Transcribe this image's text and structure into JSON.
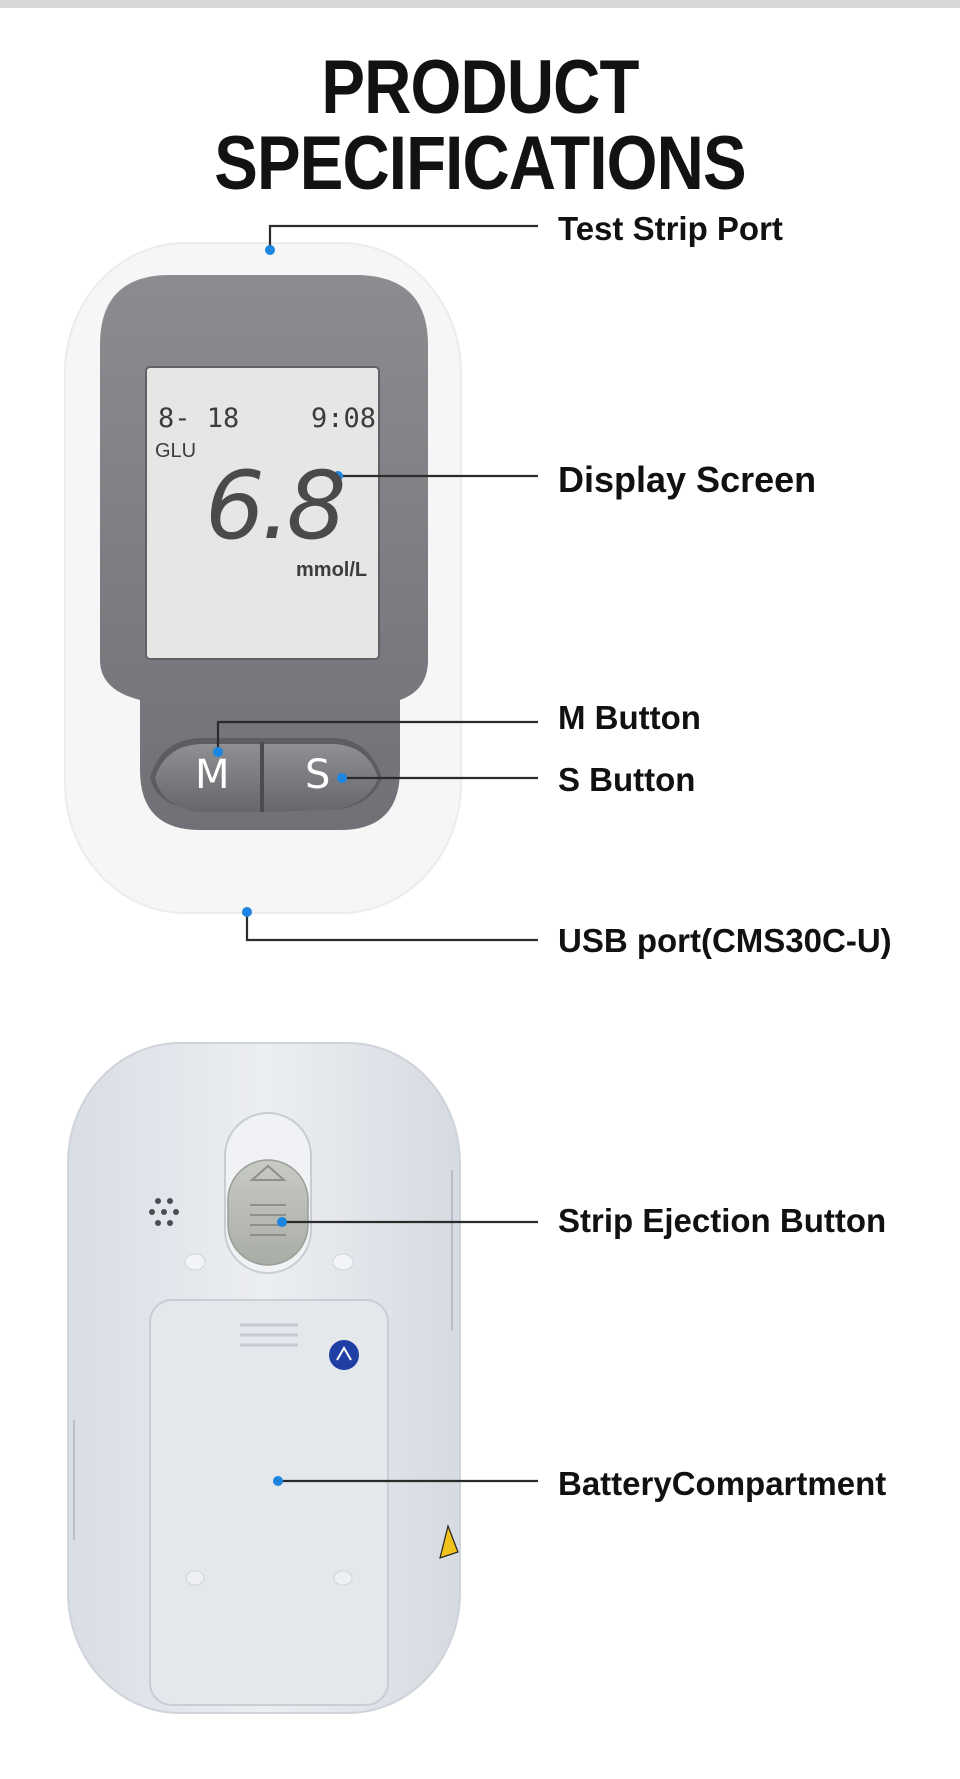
{
  "title": "PRODUCT SPECIFICATIONS",
  "display": {
    "date": "8- 18",
    "time": "9:08",
    "mode": "GLU",
    "reading": "6.8",
    "unit": "mmol/L"
  },
  "buttons": {
    "m": "M",
    "s": "S"
  },
  "labels": {
    "test_strip_port": "Test Strip Port",
    "display_screen": "Display Screen",
    "m_button": "M Button",
    "s_button": "S Button",
    "usb_port": "USB port(CMS30C-U)",
    "strip_ejection": "Strip Ejection Button",
    "battery": "BatteryCompartment"
  },
  "colors": {
    "accent_dot": "#1a86e0",
    "device_face": "#7f8185",
    "lcd_background": "#e6e6e4",
    "back_shell": "#e3e6ec"
  }
}
